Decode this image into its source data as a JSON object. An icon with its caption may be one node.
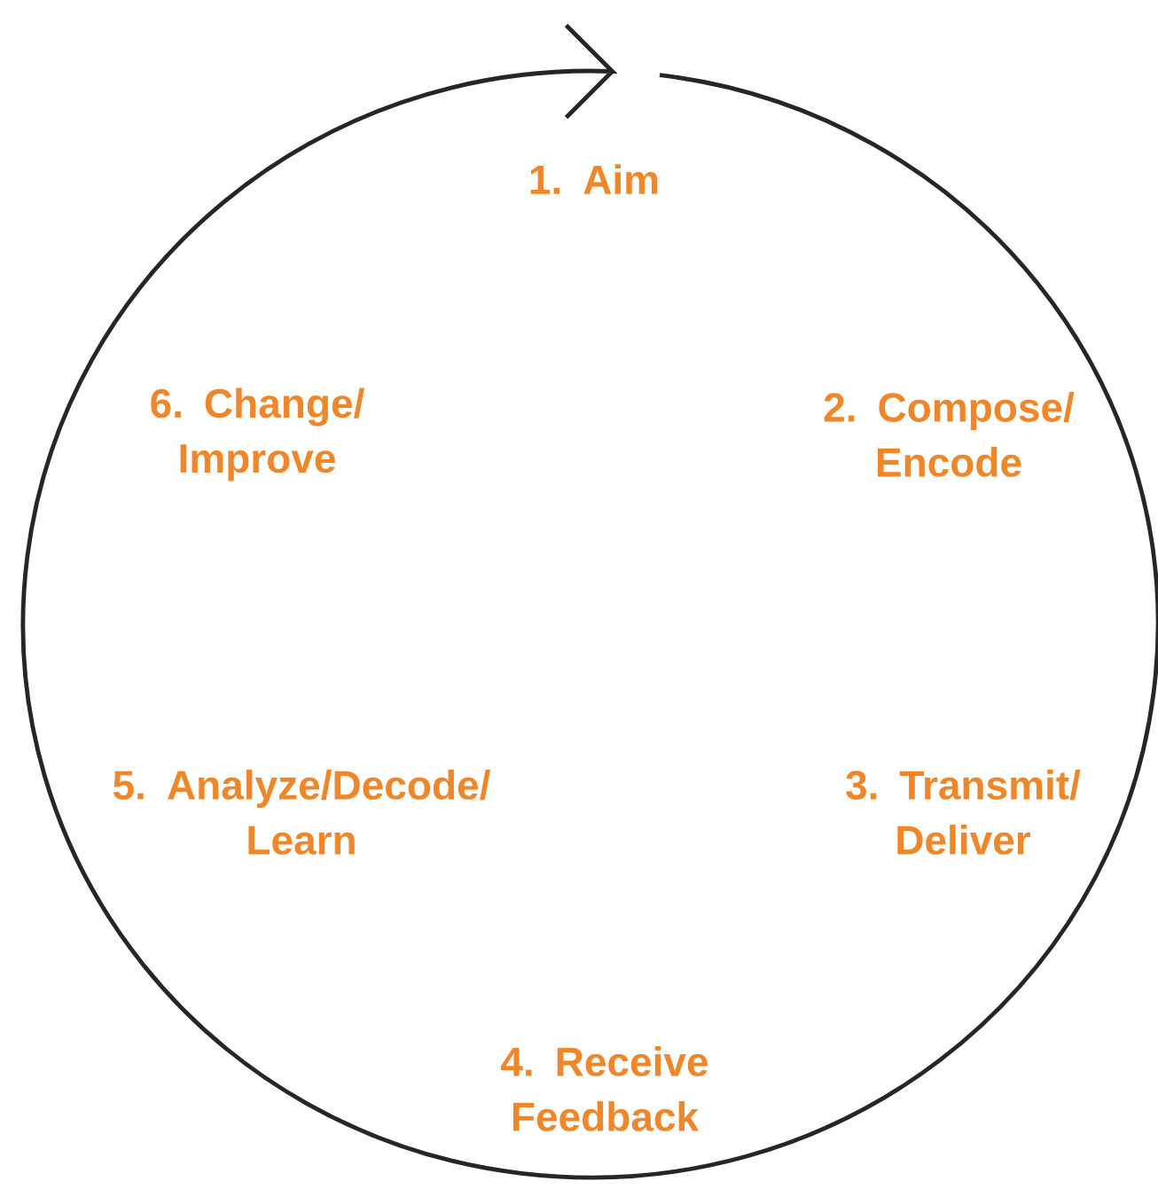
{
  "diagram": {
    "labels": [
      "1. Aim",
      "2. Compose/ Encode",
      "3. Transmit/ Deliver",
      "4. Receive Feedback",
      "5. Analyze/Decode/ Learn",
      "6. Change/ Improve"
    ]
  }
}
